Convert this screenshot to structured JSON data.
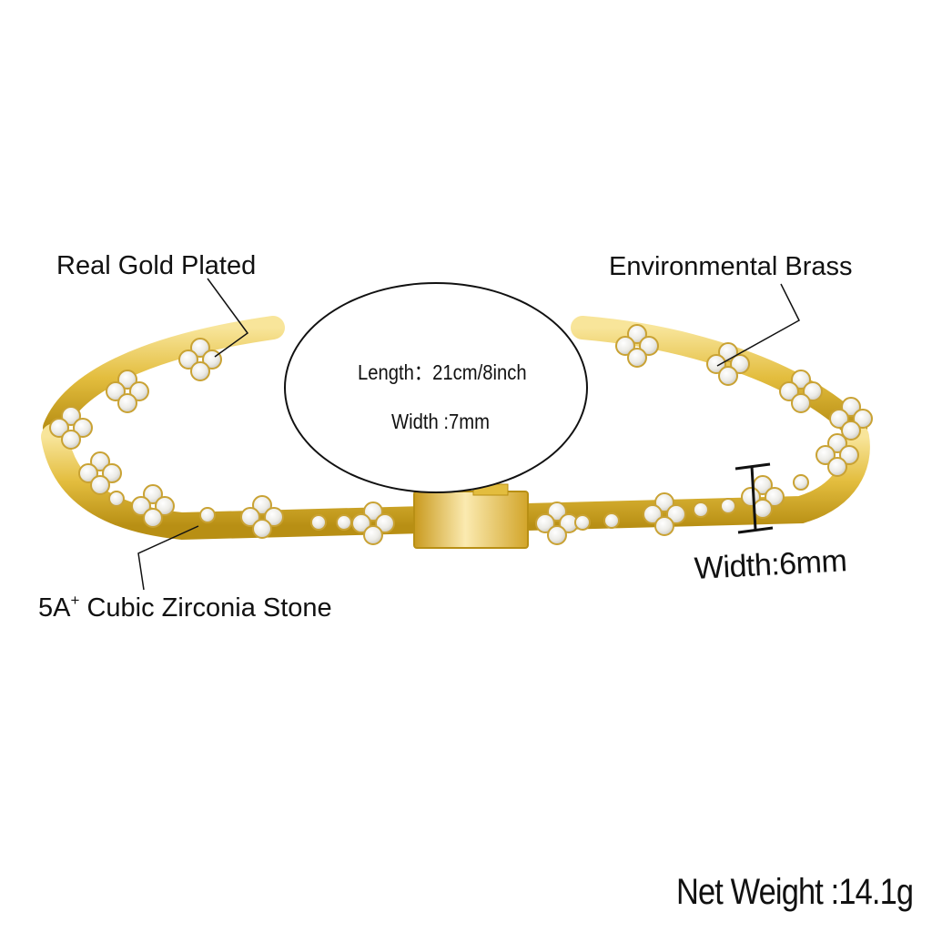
{
  "callouts": {
    "plating": "Real Gold Plated",
    "material": "Environmental Brass",
    "stone_prefix": "5A",
    "stone_sup": "+",
    "stone_suffix": " Cubic Zirconia Stone",
    "link_width": "Width:6mm"
  },
  "spec_bubble": {
    "length": "Length：21cm/8inch",
    "width": "Width :7mm"
  },
  "net_weight": "Net Weight :14.1g",
  "colors": {
    "gold": "#e3bd3e",
    "gold_dark": "#b88f14",
    "gold_light": "#f6e08a",
    "stone": "#f3f3f1",
    "line": "#111111"
  }
}
